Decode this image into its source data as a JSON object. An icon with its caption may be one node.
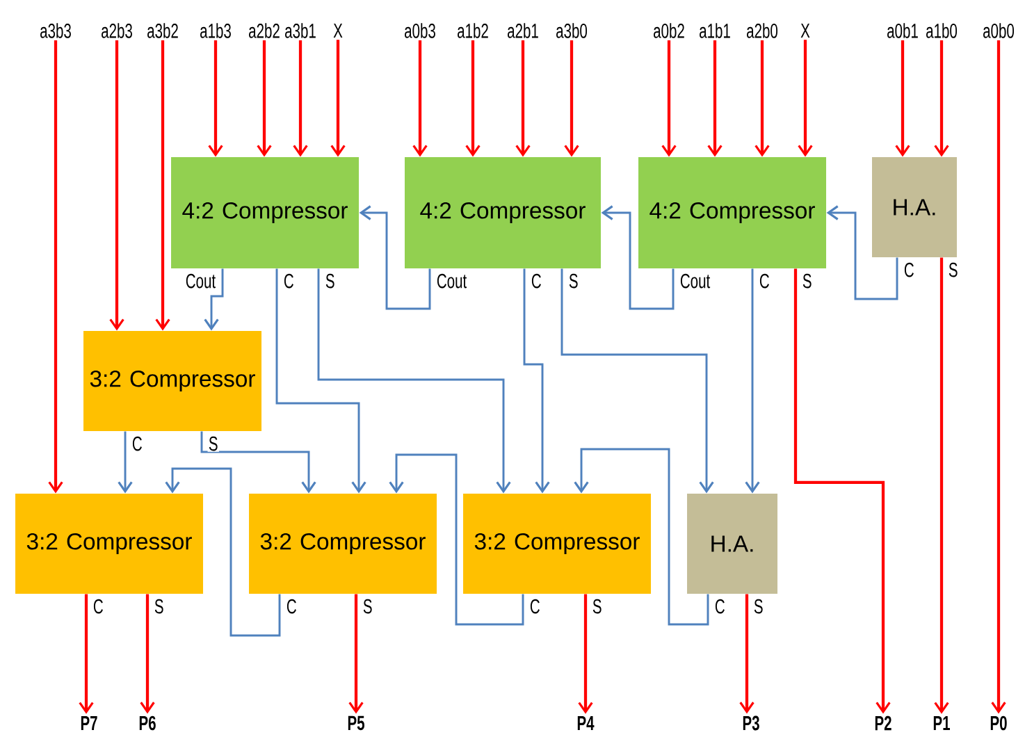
{
  "diagram": {
    "nodes": [
      {
        "text": [
          "a3b3"
        ]
      },
      {
        "text": [
          "a2b3"
        ]
      },
      {
        "text": [
          "a3b2"
        ]
      },
      {
        "text": [
          "a1b3"
        ]
      },
      {
        "text": [
          "a2b2"
        ]
      },
      {
        "text": [
          "a3b1"
        ]
      },
      {
        "text": [
          "X"
        ]
      },
      {
        "text": [
          "a0b3"
        ]
      },
      {
        "text": [
          "a1b2"
        ]
      },
      {
        "text": [
          "a2b1"
        ]
      },
      {
        "text": [
          "a3b0"
        ]
      },
      {
        "text": [
          "a0b2"
        ]
      },
      {
        "text": [
          "a1b1"
        ]
      },
      {
        "text": [
          "a2b0"
        ]
      },
      {
        "text": [
          "X"
        ]
      },
      {
        "text": [
          "a0b1"
        ]
      },
      {
        "text": [
          "a1b0"
        ]
      },
      {
        "text": [
          "a0b0"
        ]
      },
      {
        "text": [
          "4:2 Compressor"
        ]
      },
      {
        "text": [
          "4:2 Compressor"
        ]
      },
      {
        "text": [
          "4:2 Compressor"
        ]
      },
      {
        "text": [
          "H.A."
        ]
      },
      {
        "text": [
          "3:2 Compressor"
        ]
      },
      {
        "text": [
          "3:2 Compressor"
        ]
      },
      {
        "text": [
          "3:2 Compressor"
        ]
      },
      {
        "text": [
          "3:2 Compressor"
        ]
      },
      {
        "text": [
          "H.A."
        ]
      },
      {
        "text": [
          "P7"
        ]
      },
      {
        "text": [
          "P6"
        ]
      },
      {
        "text": [
          "P5"
        ]
      },
      {
        "text": [
          "P4"
        ]
      },
      {
        "text": [
          "P3"
        ]
      },
      {
        "text": [
          "P2"
        ]
      },
      {
        "text": [
          "P1"
        ]
      },
      {
        "text": [
          "P0"
        ]
      }
    ],
    "edges": [
      {
        "from": 0,
        "to": 23,
        "arrow": "to"
      },
      {
        "from": 1,
        "to": 22,
        "arrow": "to"
      },
      {
        "from": 2,
        "to": 22,
        "arrow": "to"
      },
      {
        "from": 3,
        "to": 18,
        "arrow": "to"
      },
      {
        "from": 4,
        "to": 18,
        "arrow": "to"
      },
      {
        "from": 5,
        "to": 18,
        "arrow": "to"
      },
      {
        "from": 6,
        "to": 18,
        "arrow": "to"
      },
      {
        "from": 7,
        "to": 19,
        "arrow": "to"
      },
      {
        "from": 8,
        "to": 19,
        "arrow": "to"
      },
      {
        "from": 9,
        "to": 19,
        "arrow": "to"
      },
      {
        "from": 10,
        "to": 19,
        "arrow": "to"
      },
      {
        "from": 11,
        "to": 20,
        "arrow": "to"
      },
      {
        "from": 12,
        "to": 20,
        "arrow": "to"
      },
      {
        "from": 13,
        "to": 20,
        "arrow": "to"
      },
      {
        "from": 14,
        "to": 20,
        "arrow": "to"
      },
      {
        "from": 15,
        "to": 21,
        "arrow": "to"
      },
      {
        "from": 16,
        "to": 21,
        "arrow": "to"
      },
      {
        "from": 17,
        "to": 34,
        "arrow": "to"
      },
      {
        "from": 18,
        "to": 22,
        "arrow": "to",
        "label": "Cout",
        "color": "#4f81bd"
      },
      {
        "from": 18,
        "to": 24,
        "arrow": "to",
        "label": "C",
        "color": "#4f81bd"
      },
      {
        "from": 18,
        "to": 25,
        "arrow": "to",
        "label": "S",
        "color": "#4f81bd"
      },
      {
        "from": 19,
        "to": 18,
        "arrow": "to",
        "label": "Cout",
        "color": "#4f81bd"
      },
      {
        "from": 19,
        "to": 25,
        "arrow": "to",
        "label": "C",
        "color": "#4f81bd"
      },
      {
        "from": 19,
        "to": 26,
        "arrow": "to",
        "label": "S",
        "color": "#4f81bd"
      },
      {
        "from": 20,
        "to": 19,
        "arrow": "to",
        "label": "Cout",
        "color": "#4f81bd"
      },
      {
        "from": 20,
        "to": 26,
        "arrow": "to",
        "label": "C",
        "color": "#4f81bd"
      },
      {
        "from": 20,
        "to": 32,
        "arrow": "to",
        "label": "S"
      },
      {
        "from": 21,
        "to": 20,
        "arrow": "to",
        "label": "C",
        "color": "#4f81bd"
      },
      {
        "from": 21,
        "to": 33,
        "arrow": "to",
        "label": "S"
      },
      {
        "from": 22,
        "to": 23,
        "arrow": "to",
        "label": "C",
        "color": "#4f81bd"
      },
      {
        "from": 22,
        "to": 24,
        "arrow": "to",
        "label": "S",
        "color": "#4f81bd"
      },
      {
        "from": 24,
        "to": 23,
        "arrow": "to",
        "label": "C",
        "color": "#4f81bd"
      },
      {
        "from": 25,
        "to": 24,
        "arrow": "to",
        "label": "C",
        "color": "#4f81bd"
      },
      {
        "from": 26,
        "to": 25,
        "arrow": "to",
        "label": "C",
        "color": "#4f81bd"
      },
      {
        "from": 26,
        "to": 31,
        "arrow": "to",
        "label": "S"
      },
      {
        "from": 23,
        "to": 27,
        "arrow": "to",
        "label": "C"
      },
      {
        "from": 23,
        "to": 28,
        "arrow": "to",
        "label": "S"
      },
      {
        "from": 24,
        "to": 29,
        "arrow": "to",
        "label": "S"
      },
      {
        "from": 25,
        "to": 30,
        "arrow": "to",
        "label": "S"
      }
    ]
  }
}
